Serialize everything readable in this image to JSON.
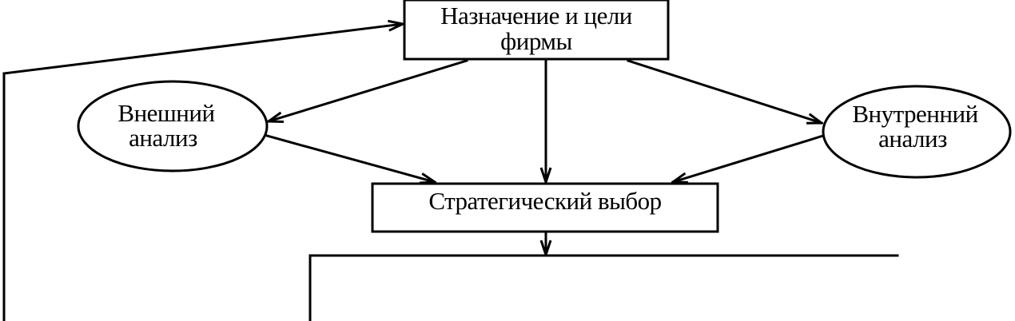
{
  "nodes": {
    "purpose": {
      "line1": "Назначение и цели",
      "line2": "фирмы"
    },
    "external": {
      "line1": "Внешний",
      "line2": "анализ"
    },
    "internal": {
      "line1": "Внутренний",
      "line2": "анализ"
    },
    "strategic": {
      "line1": "Стратегический выбор"
    }
  },
  "colors": {
    "stroke": "#000000",
    "background": "#ffffff"
  }
}
